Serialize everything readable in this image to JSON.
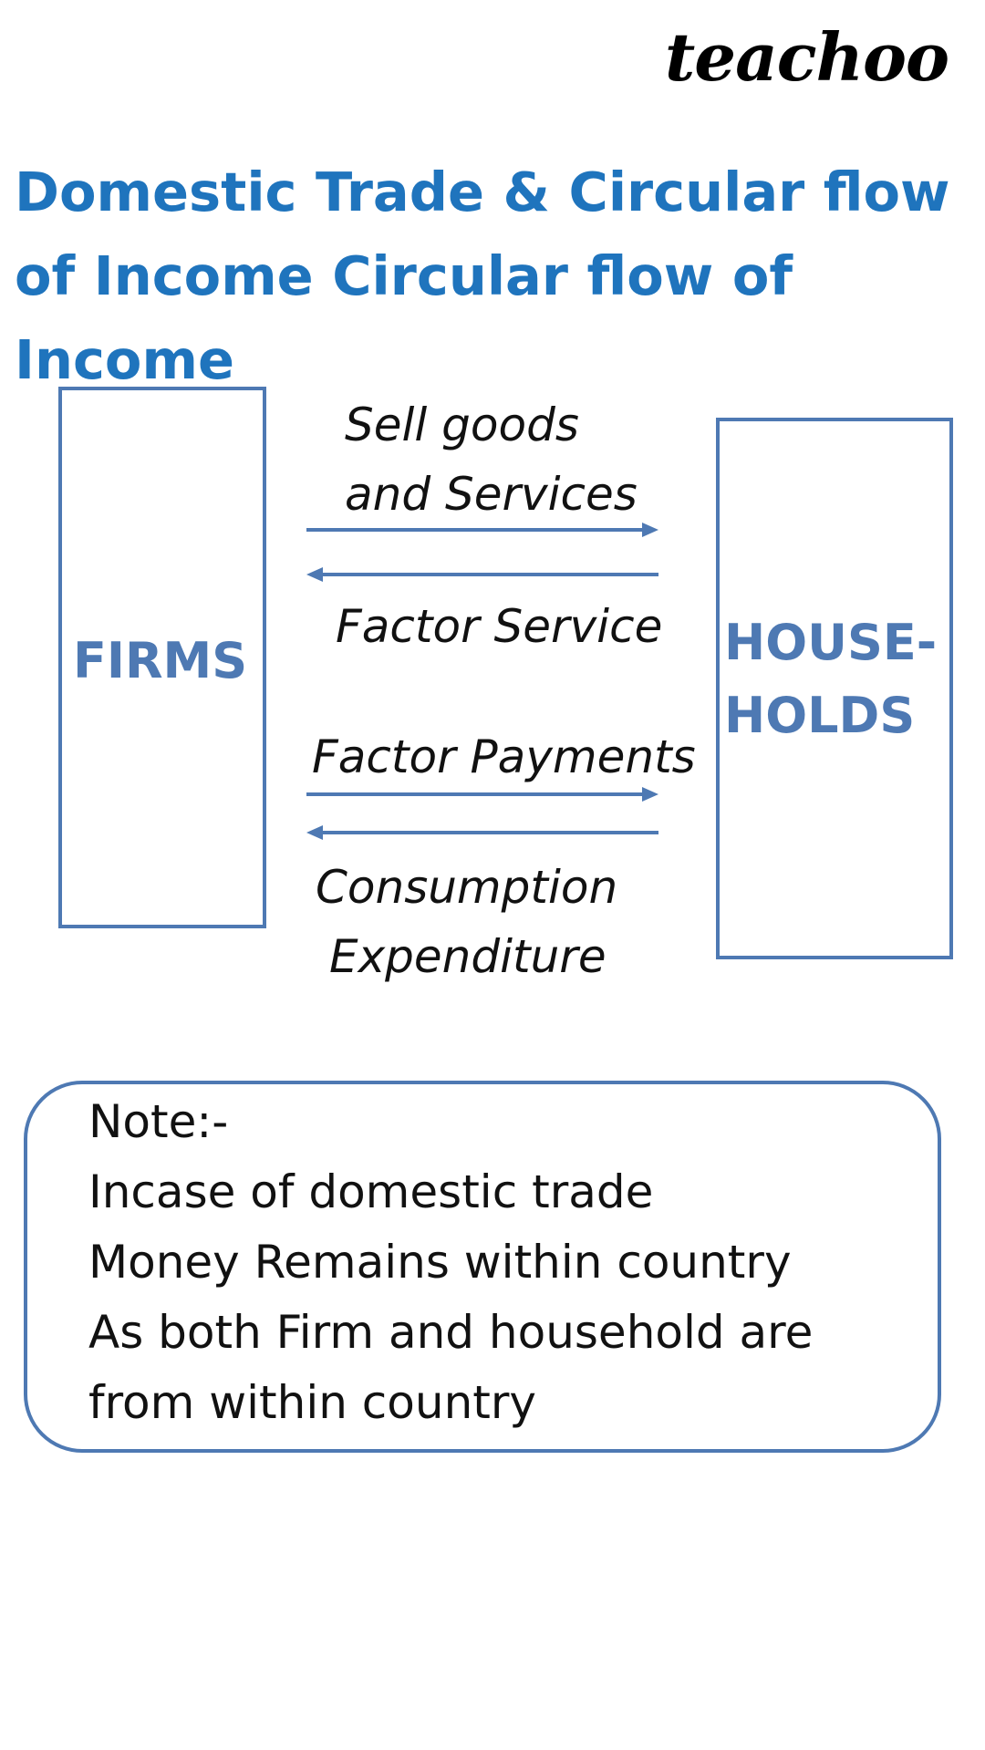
{
  "logo": {
    "text": "teachoo"
  },
  "title": "Domestic Trade & Circular flow of Income Circular flow of Income",
  "diagram": {
    "firms_label": "FIRMS",
    "households_label_lines": [
      "HOUSE-",
      "HOLDS"
    ],
    "flows": {
      "sell_goods_lines": [
        "Sell goods",
        "and Services"
      ],
      "factor_service": "Factor Service",
      "factor_payments": "Factor Payments",
      "consumption_lines": [
        "Consumption",
        "Expenditure"
      ]
    }
  },
  "note": {
    "lines": [
      "Note:-",
      "Incase of domestic trade",
      "Money Remains within country",
      "As both Firm and household are",
      "from within country"
    ]
  },
  "colors": {
    "title": "#1f74bd",
    "diagram_blue": "#4e79b3",
    "text": "#111111"
  }
}
